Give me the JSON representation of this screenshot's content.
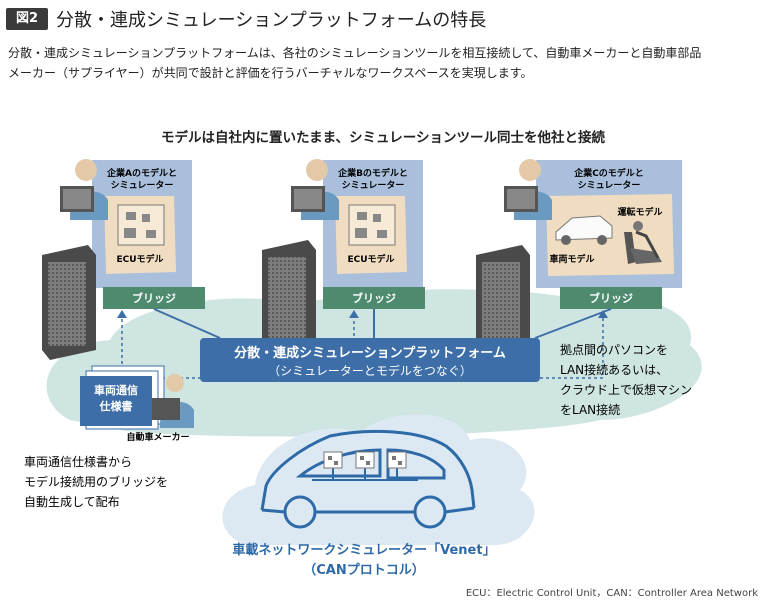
{
  "header": {
    "badge": "図2",
    "title": "分散・連成シミュレーションプラットフォームの特長",
    "description_line1": "分散・連成シミュレーションプラットフォームは、各社のシミュレーションツールを相互接続して、自動車メーカーと自動車部品",
    "description_line2": "メーカー（サプライヤー）が共同で設計と評価を行うバーチャルなワークスペースを実現します。"
  },
  "diagram": {
    "subheading": "モデルは自社内に置いたまま、シミュレーションツール同士を他社と接続",
    "company_a": {
      "title_line1": "企業Aのモデルと",
      "title_line2": "シミュレーター",
      "model_label": "ECUモデル",
      "bridge_label": "ブリッジ"
    },
    "company_b": {
      "title_line1": "企業Bのモデルと",
      "title_line2": "シミュレーター",
      "model_label": "ECUモデル",
      "bridge_label": "ブリッジ"
    },
    "company_c": {
      "title_line1": "企業Cのモデルと",
      "title_line2": "シミュレーター",
      "driver_model_label": "運転モデル",
      "vehicle_model_label": "車両モデル",
      "bridge_label": "ブリッジ"
    },
    "platform": {
      "title": "分散・連成シミュレーションプラットフォーム",
      "subtitle": "（シミュレーターとモデルをつなぐ）"
    },
    "automaker": {
      "spec_line1": "車両通信",
      "spec_line2": "仕様書",
      "label": "自動車メーカー"
    },
    "note_left": {
      "line1": "車両通信仕様書から",
      "line2": "モデル接続用のブリッジを",
      "line3": "自動生成して配布"
    },
    "note_right": {
      "line1": "拠点間のパソコンを",
      "line2": "LAN接続あるいは、",
      "line3": "クラウド上で仮想マシン",
      "line4": "をLAN接続"
    },
    "venet": {
      "line1": "車載ネットワークシミュレーター「Venet」",
      "line2": "（CANプロトコル）"
    },
    "footnote": "ECU：Electric Control Unit，CAN：Controller Area Network"
  },
  "colors": {
    "bridge_green": "#4e8a6e",
    "platform_blue": "#3d6ea8",
    "panel_blue": "#a9bfdc",
    "cloud_teal": "#cfe5e2",
    "venet_text": "#2e6aa8",
    "chip_beige": "#f0dcc0"
  },
  "icons": [
    "person-at-computer-icon",
    "server-tower-icon",
    "ecu-chip-icon",
    "car-chassis-icon",
    "driver-seat-icon",
    "spec-document-icon",
    "car-outline-icon",
    "cloud-icon"
  ]
}
